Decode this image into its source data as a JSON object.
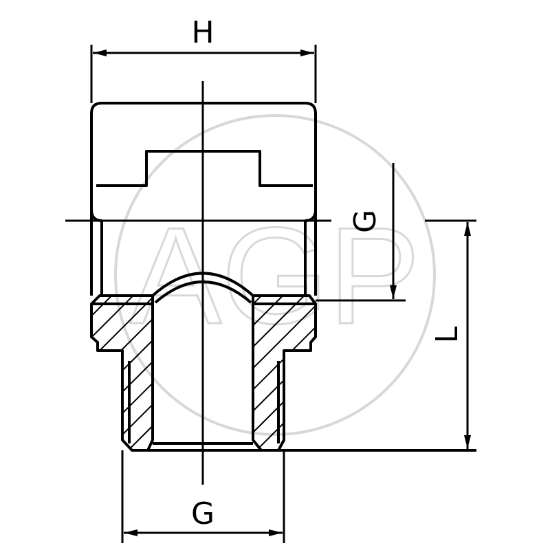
{
  "labels": {
    "width_dimension": "H",
    "thread_bottom": "G",
    "thread_side": "G",
    "length_dimension": "L"
  },
  "watermark": "AGP",
  "colors": {
    "line": "#000000",
    "watermark": "#d8d8d8"
  }
}
